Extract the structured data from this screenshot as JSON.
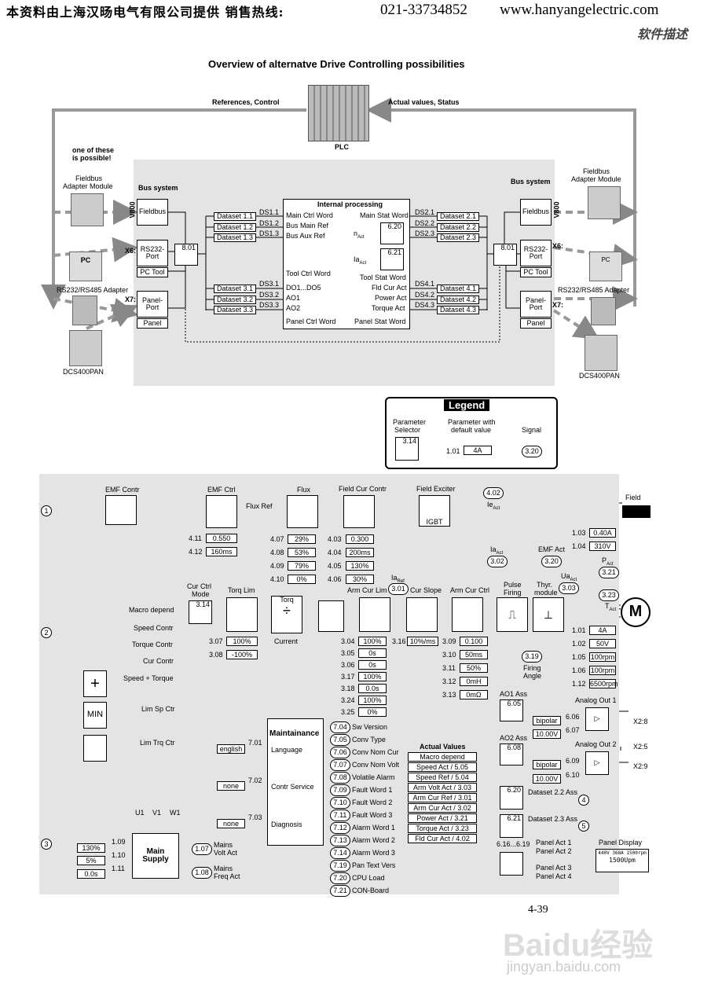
{
  "header": {
    "company_cn": "本资料由上海汉旸电气有限公司提供 销售热线:",
    "phone": "021-33734852",
    "website": "www.hanyangelectric.com",
    "section_cn": "软件描述"
  },
  "top": {
    "title": "Overview of alternatve Drive Controlling possibilities",
    "references_label": "References, Control",
    "actual_label": "Actual values, Status",
    "plc_label": "PLC",
    "one_of_these": "one of these",
    "is_possible": "is possible!",
    "fieldbus_adapter": "Fieldbus",
    "fieldbus_adapter2": "Adapter Module",
    "bus_system": "Bus system",
    "fieldbus": "Fieldbus",
    "v800": "V800",
    "x6": "X6:",
    "x7": "X7:",
    "rs232_port": "RS232-",
    "rs232_port2": "Port",
    "pc_tool": "PC Tool",
    "pc": "PC",
    "rs232_adapter": "RS232/RS485 Adapter",
    "panel_port": "Panel-",
    "panel_port2": "Port",
    "panel": "Panel",
    "dcs400pan": "DCS400PAN",
    "sel_left": "8.01",
    "sel_right": "8.01",
    "datasets_left": [
      "Dataset 1.1",
      "Dataset 1.2",
      "Dataset 1.3",
      "Dataset 3.1",
      "Dataset 3.2",
      "Dataset 3.3"
    ],
    "datasets_right": [
      "Dataset 2.1",
      "Dataset 2.2",
      "Dataset 2.3",
      "Dataset 4.1",
      "Dataset 4.2",
      "Dataset 4.3"
    ],
    "ds_left": [
      "DS1.1",
      "DS1.2",
      "DS1.3",
      "DS3.1",
      "DS3.2",
      "DS3.3"
    ],
    "ds_right": [
      "DS2.1",
      "DS2.2",
      "DS2.3",
      "DS4.1",
      "DS4.2",
      "DS4.3"
    ],
    "internal_processing": "Internal processing",
    "ip_left": [
      "Main Ctrl Word",
      "Bus Main Ref",
      "Bus Aux Ref",
      "Tool Ctrl Word",
      "DO1...DO5",
      "AO1",
      "AO2",
      "Panel Ctrl Word"
    ],
    "ip_right": [
      "Main Stat Word",
      "Tool Stat Word",
      "Fld Cur Act",
      "Power Act",
      "Torque Act",
      "Panel Stat Word"
    ],
    "n_act": "n",
    "n_act_sub": "Act",
    "sel_n": "6.20",
    "ia_act": "Ia",
    "ia_act_sub": "Act",
    "sel_ia": "6.21"
  },
  "legend": {
    "title": "Legend",
    "param_selector": "Parameter",
    "param_selector2": "Selector",
    "param_default": "Parameter with",
    "param_default2": "default value",
    "signal": "Signal",
    "sel_num": "3.14",
    "param_num": "1.01",
    "param_val": "4A",
    "signal_val": "3.20"
  },
  "bottom": {
    "emf_contr": "EMF Contr",
    "emf_ctrl": "EMF Ctrl",
    "flux": "Flux",
    "field_cur_contr": "Field Cur Contr",
    "field_exciter": "Field Exciter",
    "field": "Field",
    "flux_ref": "Flux Ref",
    "igbt": "IGBT",
    "sig_402": "4.02",
    "ie_act": "Ie",
    "ie_act_sub": "Act",
    "p411": "4.11",
    "v411": "0.550",
    "p412": "4.12",
    "v412": "160ms",
    "p407": "4.07",
    "v407": "29%",
    "p408": "4.08",
    "v408": "53%",
    "p409": "4.09",
    "v409": "79%",
    "p410": "4.10",
    "v410": "0%",
    "p403": "4.03",
    "v403": "0.300",
    "p404": "4.04",
    "v404": "200ms",
    "p405": "4.05",
    "v405": "130%",
    "p406": "4.06",
    "v406": "30%",
    "p103": "1.03",
    "v103": "0.40A",
    "p104": "1.04",
    "v104": "310V",
    "ia_act": "Ia",
    "ia_act_sub": "Act",
    "sig_302": "3.02",
    "emf_act": "EMF Act",
    "sig_320": "3.20",
    "p_act": "P",
    "p_act_sub": "Act",
    "sig_321": "3.21",
    "sig_323": "3.23",
    "t_act": "T",
    "t_act_sub": "Act",
    "ua_act": "Ua",
    "ua_act_sub": "Act",
    "sig_303": "3.03",
    "ia_ref": "Ia",
    "ia_ref_sub": "Ref",
    "sig_301": "3.01",
    "cur_ctrl_mode": "Cur Ctrl",
    "cur_ctrl_mode2": "Mode",
    "sel_314": "3.14",
    "torq_lim": "Torq Lim",
    "torq": "Torq",
    "arm_cur_lim": "Arm Cur Lim",
    "cur_slope": "Cur Slope",
    "arm_cur_ctrl": "Arm Cur Ctrl",
    "pulse_firing": "Pulse",
    "pulse_firing2": "Firing",
    "thyr_module": "Thyr.",
    "thyr_module2": "module",
    "motor": "M",
    "macro_depend": "Macro depend",
    "speed_contr": "Speed Contr",
    "torque_contr": "Torque Contr",
    "cur_contr": "Cur Contr",
    "speed_torque": "Speed + Torque",
    "lim_sp_ctr": "Lim Sp Ctr",
    "lim_trq_ctr": "Lim Trq Ctr",
    "plus": "+",
    "min": "MIN",
    "p307": "3.07",
    "v307": "100%",
    "p308": "3.08",
    "v308": "-100%",
    "current": "Current",
    "p304": "3.04",
    "v304": "100%",
    "p305": "3.05",
    "v305": "0s",
    "p306": "3.06",
    "v306": "0s",
    "p317": "3.17",
    "v317": "100%",
    "p318": "3.18",
    "v318": "0.0s",
    "p324": "3.24",
    "v324": "100%",
    "p325": "3.25",
    "v325": "0%",
    "p316": "3.16",
    "v316": "10%/ms",
    "p309": "3.09",
    "v309": "0.100",
    "p310": "3.10",
    "v310": "50ms",
    "p311": "3.11",
    "v311": "50%",
    "p312": "3.12",
    "v312": "0mH",
    "p313": "3.13",
    "v313": "0mΩ",
    "sig_319": "3.19",
    "firing_angle": "Firing",
    "firing_angle2": "Angle",
    "p101": "1.01",
    "v101": "4A",
    "p102": "1.02",
    "v102": "50V",
    "p105": "1.05",
    "v105": "100rpm",
    "p106": "1.06",
    "v106": "100rpm",
    "p112": "1.12",
    "v112": "6500rpm",
    "maintainance": "Maintainance",
    "language": "Language",
    "contr_service": "Contr Service",
    "diagnosis": "Diagnosis",
    "p701": "7.01",
    "v701": "english",
    "p702": "7.02",
    "v702": "none",
    "p703": "7.03",
    "v703": "none",
    "maint_signals": [
      {
        "n": "7.04",
        "l": "Sw Version"
      },
      {
        "n": "7.05",
        "l": "Conv Type"
      },
      {
        "n": "7.06",
        "l": "Conv Nom Cur"
      },
      {
        "n": "7.07",
        "l": "Conv Nom Volt"
      },
      {
        "n": "7.08",
        "l": "Volatile Alarm"
      },
      {
        "n": "7.09",
        "l": "Fault Word 1"
      },
      {
        "n": "7.10",
        "l": "Fault Word 2"
      },
      {
        "n": "7.11",
        "l": "Fault Word 3"
      },
      {
        "n": "7.12",
        "l": "Alarm Word 1"
      },
      {
        "n": "7.13",
        "l": "Alarm Word 2"
      },
      {
        "n": "7.14",
        "l": "Alarm Word 3"
      },
      {
        "n": "7.19",
        "l": "Pan Text Vers"
      },
      {
        "n": "7.20",
        "l": "CPU Load"
      },
      {
        "n": "7.21",
        "l": "CON-Board"
      }
    ],
    "actual_values": "Actual Values",
    "av_list": [
      "Macro depend",
      "Speed Act / 5.05",
      "Speed Ref / 5.04",
      "Arm Volt Act / 3.03",
      "Arm Cur Ref / 3.01",
      "Arm Cur Act / 3.02",
      "Power Act / 3.21",
      "Torque Act / 3.23",
      "Fld Cur Act / 4.02"
    ],
    "ao1_ass": "AO1 Ass",
    "sel_605": "6.05",
    "bipolar1": "bipolar",
    "p606": "6.06",
    "v10v1": "10.00V",
    "p607": "6.07",
    "analog_out1": "Analog Out 1",
    "x28": "X2:8",
    "ao2_ass": "AO2 Ass",
    "sel_608": "6.08",
    "bipolar2": "bipolar",
    "p609": "6.09",
    "v10v2": "10.00V",
    "p610": "6.10",
    "analog_out2": "Analog Out 2",
    "x25": "X2:5",
    "x29": "X2:9",
    "sel_620": "6.20",
    "ds22_ass": "Dataset 2.2 Ass",
    "sel_621": "6.21",
    "ds23_ass": "Dataset 2.3 Ass",
    "p616": "6.16...6.19",
    "panel_act1": "Panel Act 1",
    "panel_act2": "Panel Act 2",
    "panel_act3": "Panel Act 3",
    "panel_act4": "Panel Act 4",
    "panel_display": "Panel Display",
    "pd_line1": "440V 368A 1500rpm",
    "pd_line2": "1500Upm",
    "pd_line3": "",
    "u1": "U1",
    "v1": "V1",
    "w1": "W1",
    "main_supply": "Main",
    "main_supply2": "Supply",
    "p109": "1.09",
    "v109": "130%",
    "p110": "1.10",
    "v110": "5%",
    "p111": "1.11",
    "v111": "0.0s",
    "sig_107": "1.07",
    "mains_volt": "Mains",
    "mains_volt2": "Volt Act",
    "sig_108": "1.08",
    "mains_freq": "Mains",
    "mains_freq2": "Freq Act",
    "c1": "1",
    "c2": "2",
    "c3": "3",
    "c4": "4",
    "c5": "5"
  },
  "footer": {
    "page": "4-39",
    "watermark": "Baidu经验",
    "watermark2": "jingyan.baidu.com"
  }
}
